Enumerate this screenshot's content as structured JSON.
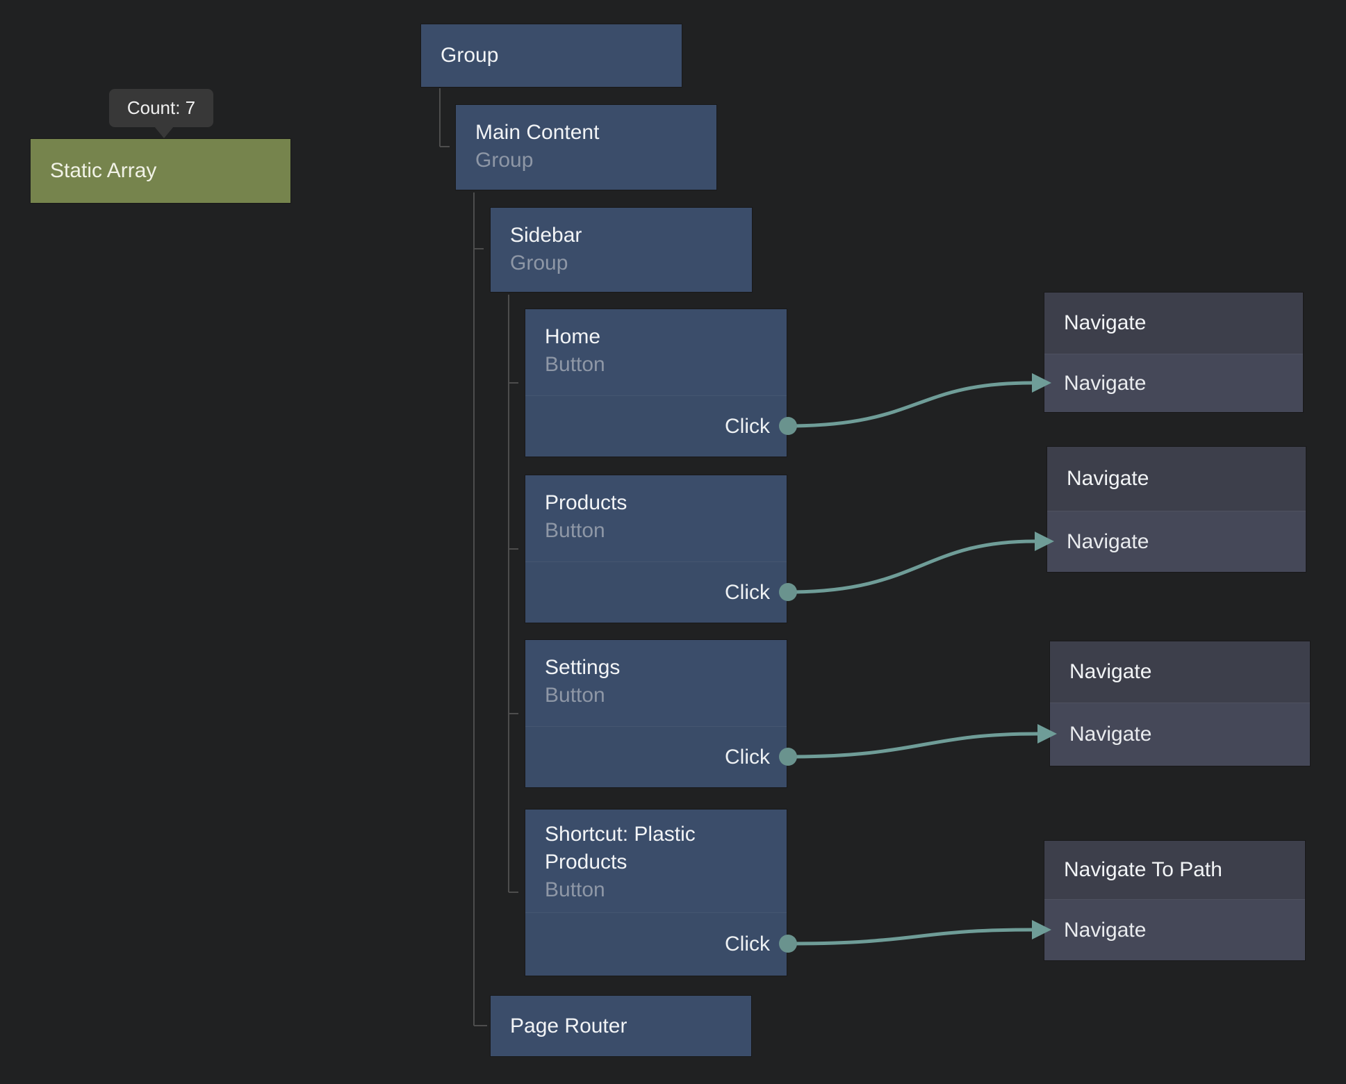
{
  "canvas": {
    "background": "#202122",
    "accent_teal": "#6f9d98",
    "node_blue": "#3b4d6a",
    "node_gray": "#3d3f4b",
    "node_green": "#76844d",
    "tree_line_color": "#4d4d4d"
  },
  "tooltip": {
    "text": "Count: 7"
  },
  "nodes": {
    "static_array": {
      "title": "Static Array"
    },
    "group": {
      "title": "Group"
    },
    "main_content": {
      "title": "Main Content",
      "subtitle": "Group"
    },
    "sidebar": {
      "title": "Sidebar",
      "subtitle": "Group"
    },
    "home": {
      "title": "Home",
      "subtitle": "Button",
      "port": "Click"
    },
    "products": {
      "title": "Products",
      "subtitle": "Button",
      "port": "Click"
    },
    "settings": {
      "title": "Settings",
      "subtitle": "Button",
      "port": "Click"
    },
    "shortcut": {
      "title": "Shortcut: Plastic Products",
      "subtitle": "Button",
      "port": "Click"
    },
    "page_router": {
      "title": "Page Router"
    }
  },
  "actions": [
    {
      "title": "Navigate",
      "input": "Navigate"
    },
    {
      "title": "Navigate",
      "input": "Navigate"
    },
    {
      "title": "Navigate",
      "input": "Navigate"
    },
    {
      "title": "Navigate To Path",
      "input": "Navigate"
    }
  ]
}
